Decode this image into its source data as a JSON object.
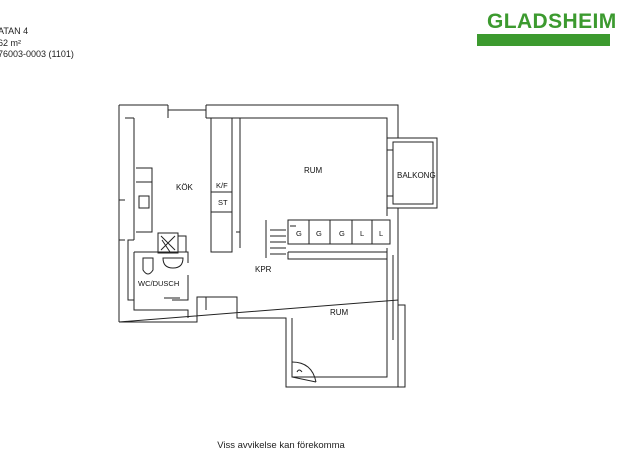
{
  "header": {
    "address": "ATAN 4",
    "area": "62 m²",
    "reference": "76003-0003 (1101)"
  },
  "logo": {
    "wordmark": "GLADSHEIM",
    "color": "#3c9a2f"
  },
  "plan": {
    "rooms": {
      "kitchen": "KÖK",
      "kf": "K/F",
      "st": "ST",
      "living_top": "RUM",
      "balcony": "BALKONG",
      "hall": "KPR",
      "bathroom": "WC/DUSCH",
      "bedroom": "RUM"
    },
    "wardrobes": [
      "G",
      "G",
      "G",
      "L",
      "L"
    ]
  },
  "footer": {
    "disclaimer": "Viss avvikelse kan förekomma"
  }
}
